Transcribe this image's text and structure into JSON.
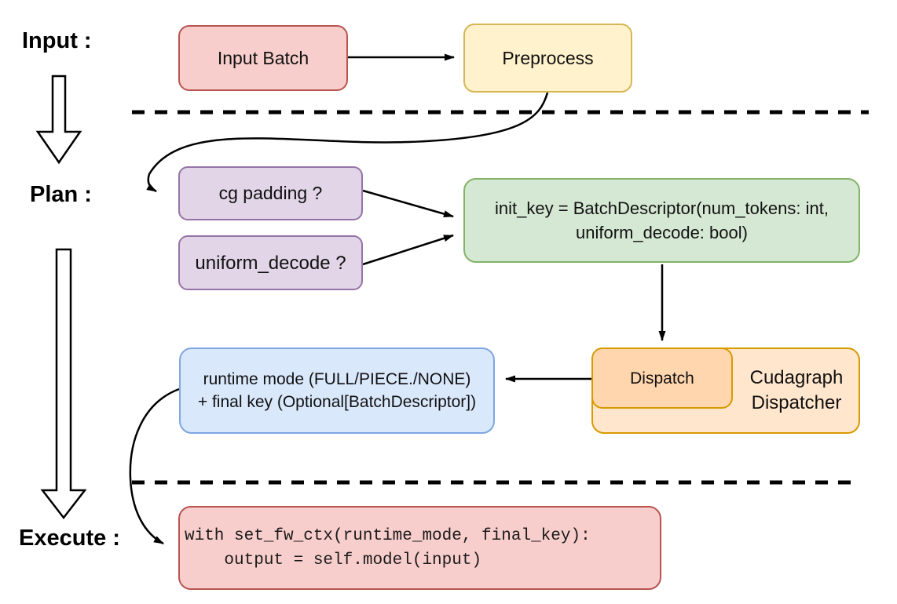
{
  "labels": {
    "input": "Input :",
    "plan": "Plan :",
    "execute": "Execute :"
  },
  "nodes": {
    "input_batch": {
      "text": "Input Batch",
      "fill": "#f8cecc",
      "stroke": "#b85450"
    },
    "preprocess": {
      "text": "Preprocess",
      "fill": "#fff2cc",
      "stroke": "#d6b656"
    },
    "cg_padding": {
      "text": "cg padding ?",
      "fill": "#e1d5e7",
      "stroke": "#9673a6"
    },
    "uniform_decode": {
      "text": "uniform_decode ?",
      "fill": "#e1d5e7",
      "stroke": "#9673a6"
    },
    "init_key": {
      "line1": "init_key = BatchDescriptor(num_tokens: int,",
      "line2": "uniform_decode: bool)",
      "fill": "#d5e8d4",
      "stroke": "#82b366"
    },
    "dispatch": {
      "text": "Dispatch",
      "fill": "#ffd6ad",
      "stroke": "#d79b00"
    },
    "cudagraph_dispatcher": {
      "line1": "Cudagraph",
      "line2": "Dispatcher",
      "fill": "#ffe6cc",
      "stroke": "#d79b00"
    },
    "runtime_mode": {
      "line1": "runtime mode (FULL/PIECE./NONE)",
      "line2": "+ final key (Optional[BatchDescriptor])",
      "fill": "#dae8fc",
      "stroke": "#7ea6e0"
    },
    "execute_code": {
      "line1": "with set_fw_ctx(runtime_mode, final_key):",
      "line2": "    output = self.model(input)",
      "fill": "#f8cecc",
      "stroke": "#b85450"
    }
  },
  "connectors": {
    "arrow_color": "#000000",
    "dashed_divider_color": "#000000"
  }
}
